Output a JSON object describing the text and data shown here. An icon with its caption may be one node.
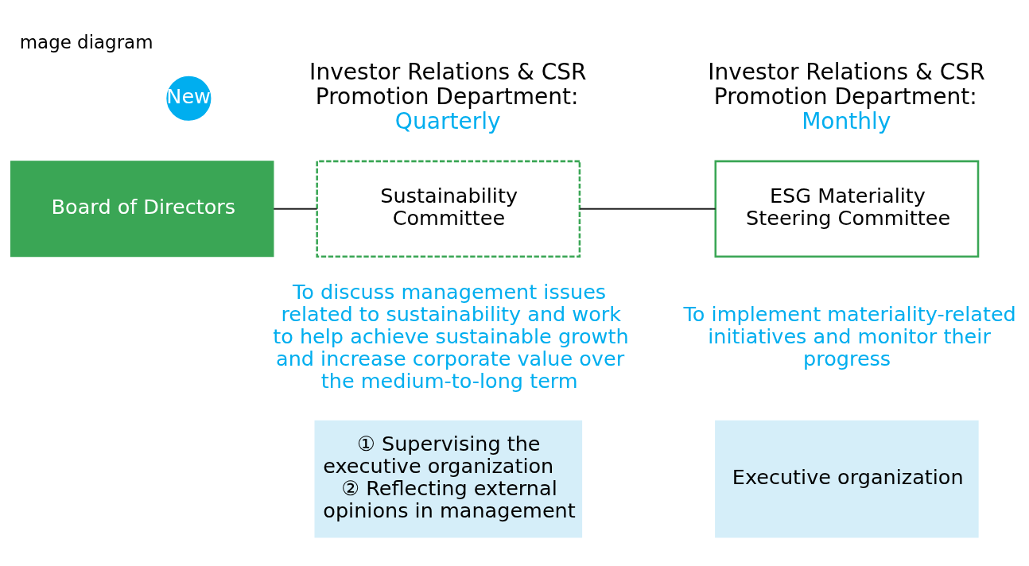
{
  "diagram": {
    "title": "mage diagram",
    "nodes": [
      {
        "text": [
          "Board of Directors"
        ]
      },
      {
        "text": [
          "New"
        ]
      },
      {
        "text": [
          "Sustainability Committee"
        ],
        "beside": [
          "Investor Relations & CSR Promotion Department:",
          "Quarterly",
          "To discuss management issues related to sustainability and work to help achieve sustainable growth and increase corporate value over the medium-to-long term"
        ]
      },
      {
        "text": [
          "ESG Materiality Steering Committee"
        ],
        "beside": [
          "Investor Relations & CSR Promotion Department:",
          "Monthly",
          "To implement materiality-related initiatives and monitor their progress"
        ]
      },
      {
        "text": [
          "① Supervising the executive organization",
          "② Reflecting external opinions in management"
        ]
      },
      {
        "text": [
          "Executive organization"
        ]
      }
    ],
    "edges": [
      {
        "from": 0,
        "to": 2,
        "arrow": "none"
      },
      {
        "from": 2,
        "to": 3,
        "arrow": "none"
      }
    ]
  }
}
